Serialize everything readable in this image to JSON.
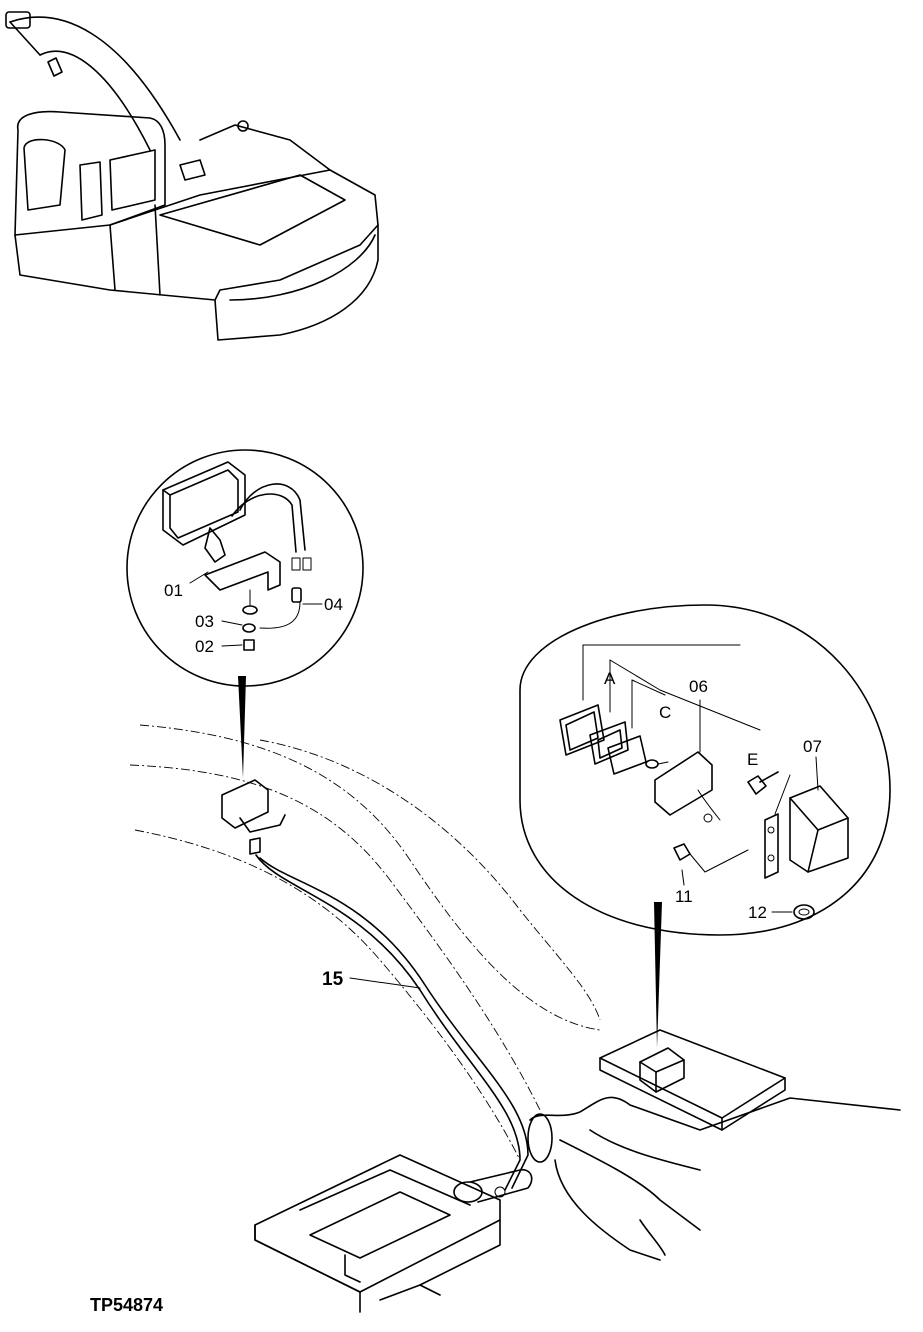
{
  "drawing_id": "TP54874",
  "callouts": {
    "p01": "01",
    "p02": "02",
    "p03": "03",
    "p04": "04",
    "p06": "06",
    "p07": "07",
    "p11": "11",
    "p12": "12",
    "p15": "15"
  },
  "letters": {
    "a": "A",
    "c": "C",
    "e": "E"
  }
}
